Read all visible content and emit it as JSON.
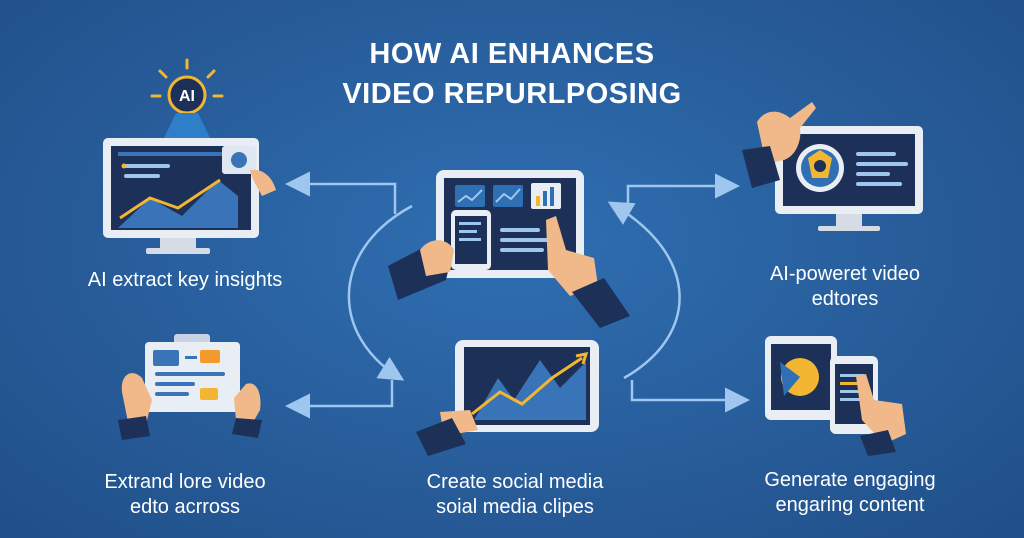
{
  "title": {
    "line1": "HOW AI ENHANCES",
    "line2": "VIDEO REPURLPOSING"
  },
  "ai_badge": "AI",
  "nodes": [
    {
      "id": "top-left",
      "line1": "AI extract key insights",
      "line2": ""
    },
    {
      "id": "top-right",
      "line1": "AI-poweret video",
      "line2": "edtores"
    },
    {
      "id": "bottom-left",
      "line1": "Extrand lore video",
      "line2": "edto acrross"
    },
    {
      "id": "bottom-center",
      "line1": "Create social media",
      "line2": "soial media clipes"
    },
    {
      "id": "bottom-right",
      "line1": "Generate engaging",
      "line2": "engaring content"
    }
  ],
  "colors": {
    "background": "#2a63a3",
    "navy": "#1c3058",
    "accent_yellow": "#f2b632",
    "accent_orange": "#f39a2b",
    "arrow": "#9fc6ee",
    "skin": "#f1b98a"
  }
}
